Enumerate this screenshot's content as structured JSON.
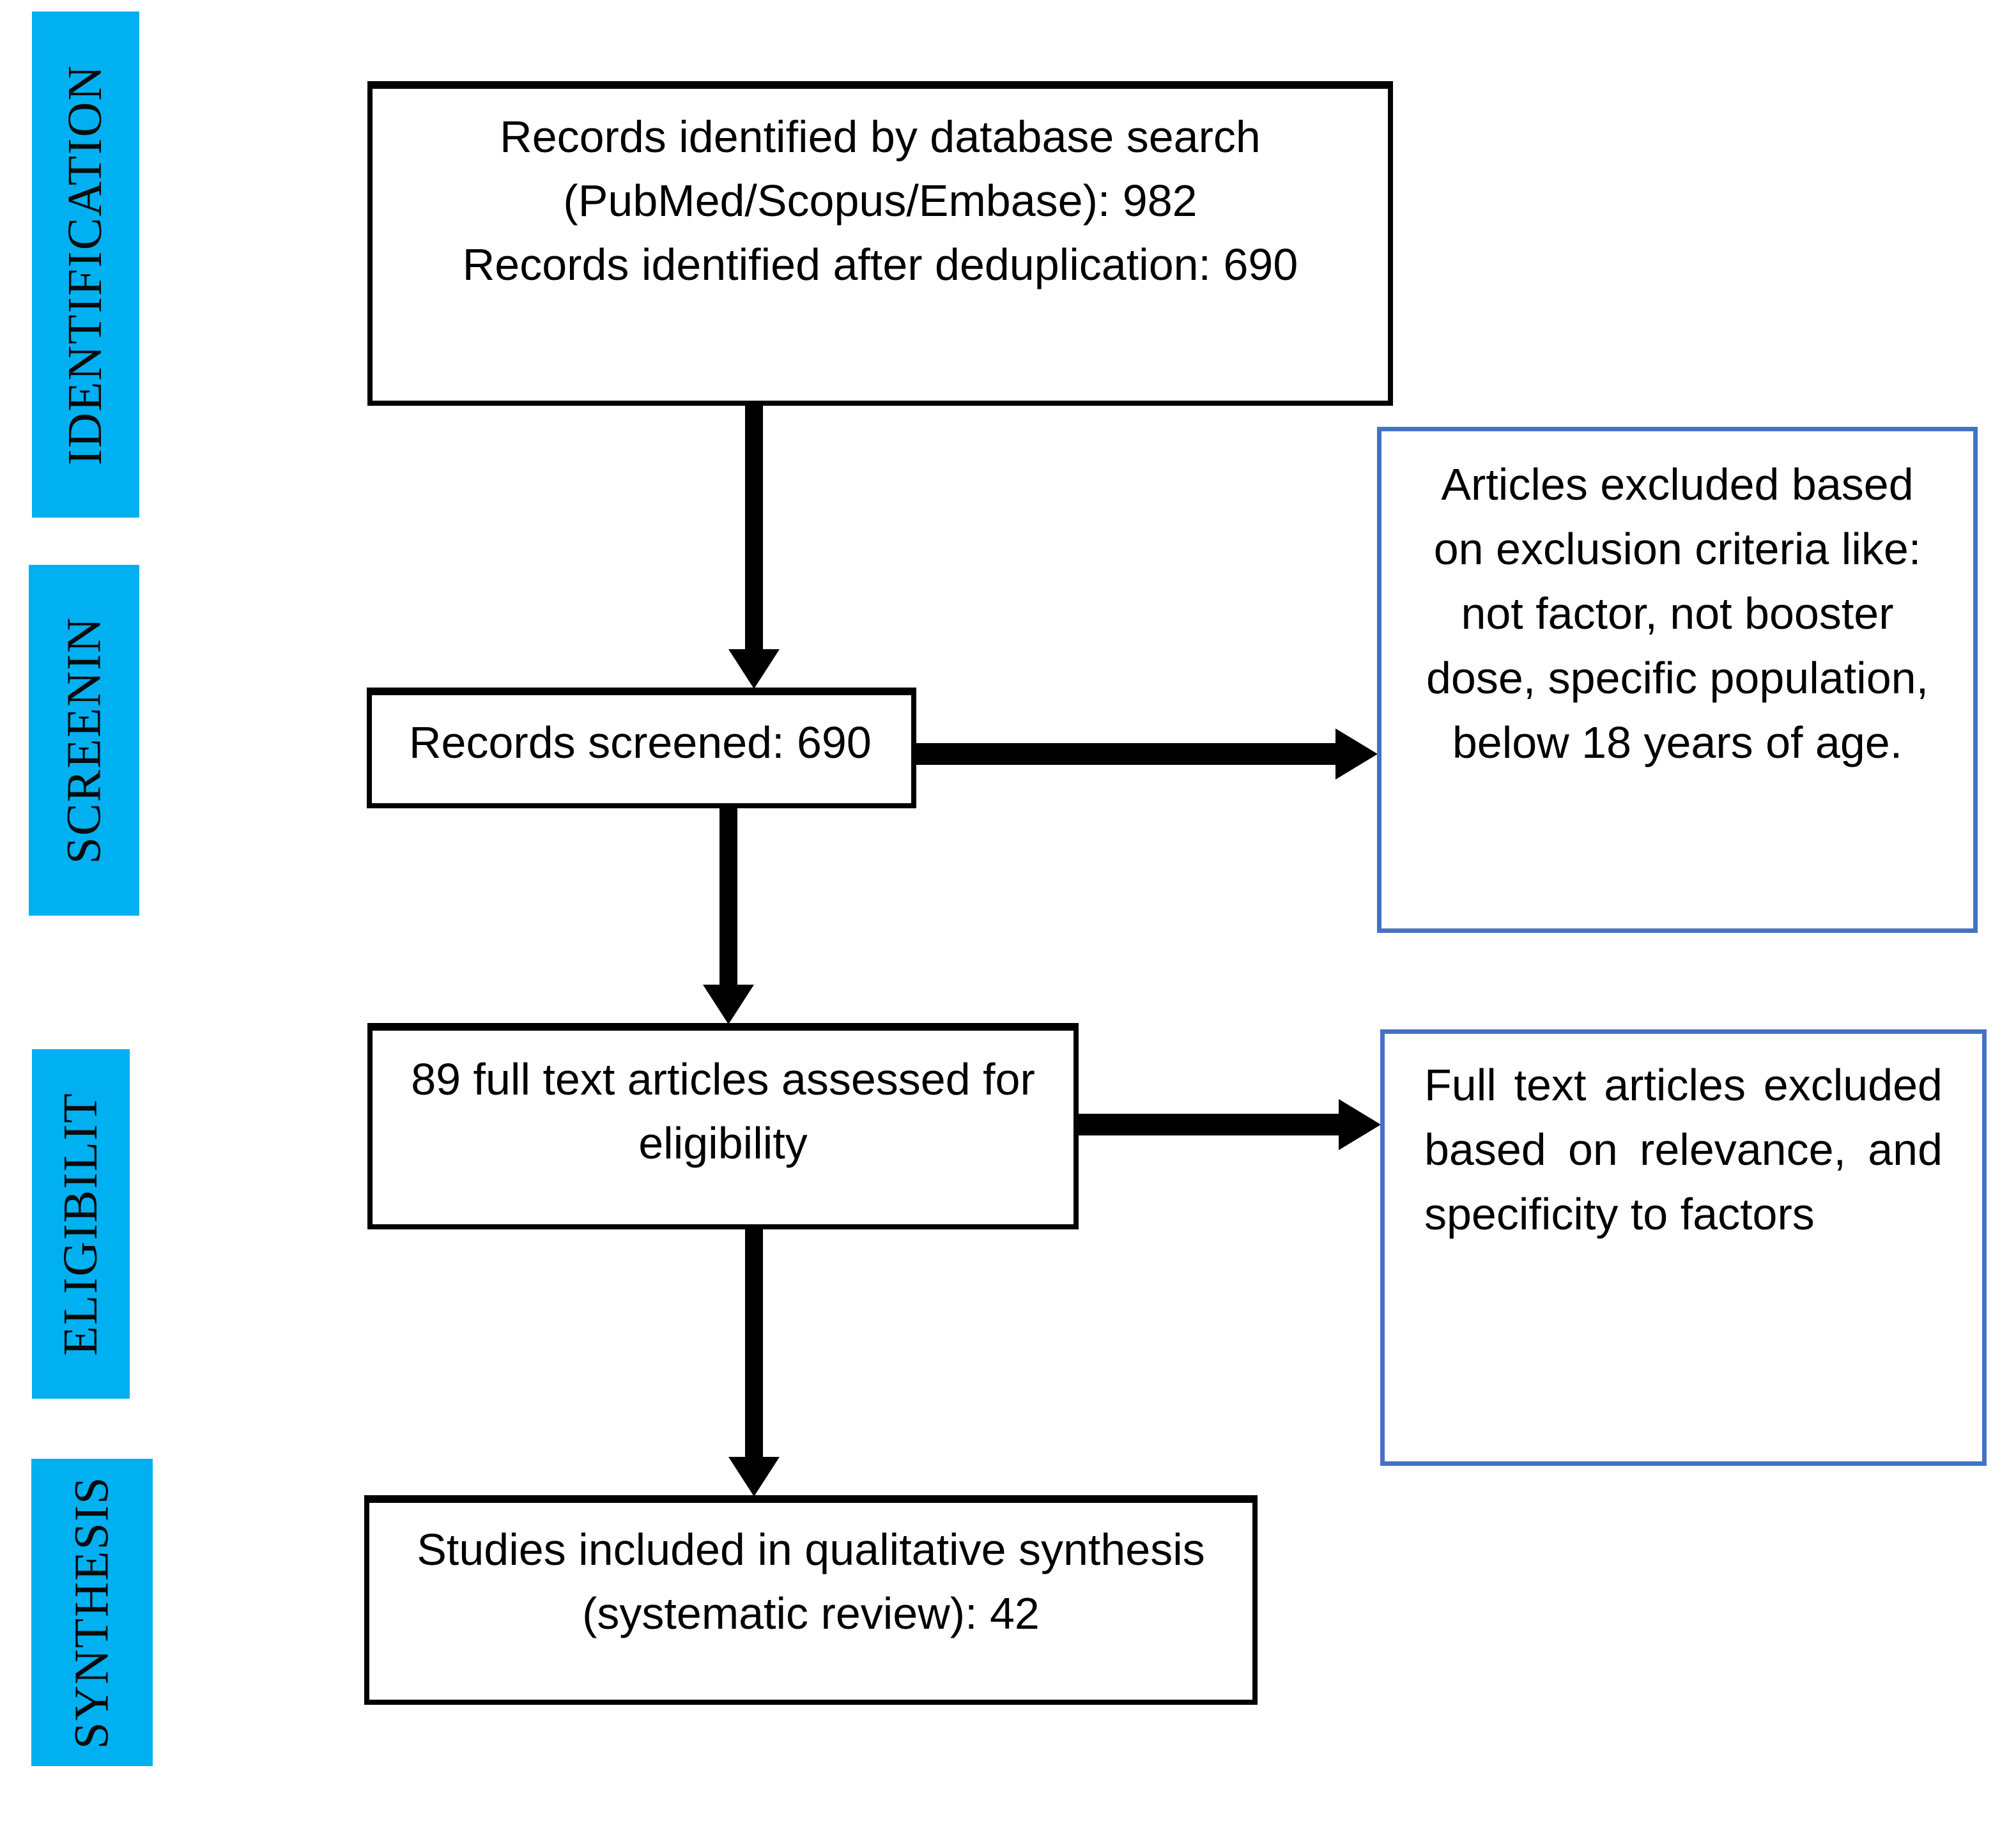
{
  "diagram": {
    "stages": [
      "IDENTIFICATION",
      "SCREENIN",
      "ELIGIBILIT",
      "SYNTHESIS"
    ],
    "boxes": {
      "identified": {
        "lines": [
          "Records identified by database search",
          "(PubMed/Scopus/Embase): 982",
          "Records identified after deduplication: 690"
        ]
      },
      "screened": {
        "lines": [
          "Records screened: 690"
        ]
      },
      "assessed": {
        "lines": [
          "89 full text articles assessed for",
          "eligibility"
        ]
      },
      "included": {
        "lines": [
          "Studies included in qualitative synthesis",
          "(systematic review): 42"
        ]
      },
      "excluded_screening": {
        "lines": [
          "Articles excluded based",
          "on exclusion criteria like:",
          "not factor, not booster",
          "dose, specific population,",
          "below 18 years of age."
        ]
      },
      "excluded_fulltext": {
        "lines": [
          "Full text articles excluded",
          "based on relevance, and",
          "specificity to factors"
        ]
      }
    },
    "colors": {
      "stage_bg": "#00b0f0",
      "excluded_border": "#4472c4",
      "box_border": "#000000",
      "line": "#000000",
      "text": "#000000",
      "background": "#ffffff"
    }
  }
}
